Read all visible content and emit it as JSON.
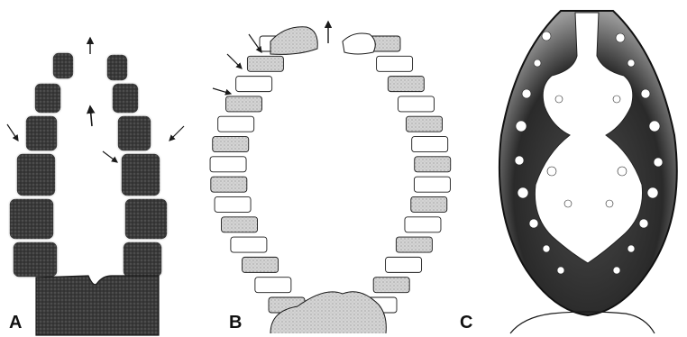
{
  "figure": {
    "panels": [
      {
        "label": "A"
      },
      {
        "label": "B"
      },
      {
        "label": "C"
      }
    ],
    "colors": {
      "ink": "#1a1a1a",
      "dark_fill": "#2b2b2b",
      "mid_fill": "#5a5a5a",
      "light_fill": "#bdbdbd",
      "paper": "#ffffff"
    }
  }
}
